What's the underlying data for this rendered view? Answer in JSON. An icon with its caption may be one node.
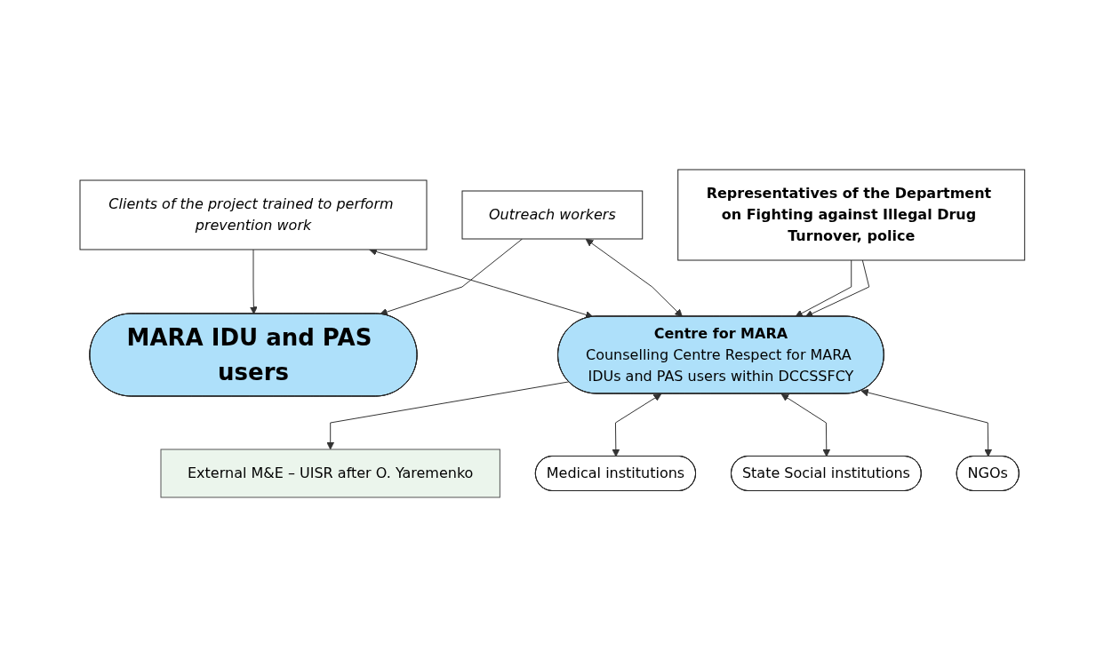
{
  "diagram": {
    "nodes": [
      {
        "text": [
          "MARA IDU and PAS users"
        ]
      },
      {
        "text": [
          "Clients of the project trained to perform prevention work"
        ]
      },
      {
        "text": [
          "Outreach workers"
        ]
      },
      {
        "text": [
          "External M&E – UISR after O. Yaremenko"
        ]
      },
      {
        "text": [
          "Centre for MARA",
          "Counselling Centre Respect for MARA IDUs and PAS users within DCCSSFCY"
        ]
      },
      {
        "text": [
          "Medical institutions"
        ]
      },
      {
        "text": [
          "State Social institutions"
        ]
      },
      {
        "text": [
          "NGOs"
        ]
      },
      {
        "text": [
          "Representatives of the Department on Fighting against Illegal Drug Turnover, police"
        ]
      }
    ],
    "edges": [
      {
        "from": 1,
        "to": 0,
        "arrow": "to"
      },
      {
        "from": 2,
        "to": 0,
        "arrow": "to"
      },
      {
        "from": 1,
        "to": 4,
        "arrow": "both"
      },
      {
        "from": 2,
        "to": 4,
        "arrow": "both"
      },
      {
        "from": 4,
        "to": 3,
        "arrow": "to"
      },
      {
        "from": 4,
        "to": 5,
        "arrow": "both"
      },
      {
        "from": 4,
        "to": 6,
        "arrow": "both"
      },
      {
        "from": 4,
        "to": 7,
        "arrow": "both"
      },
      {
        "from": 8,
        "to": 4,
        "arrow": "to"
      },
      {
        "from": 8,
        "to": 4,
        "arrow": "to"
      }
    ]
  }
}
